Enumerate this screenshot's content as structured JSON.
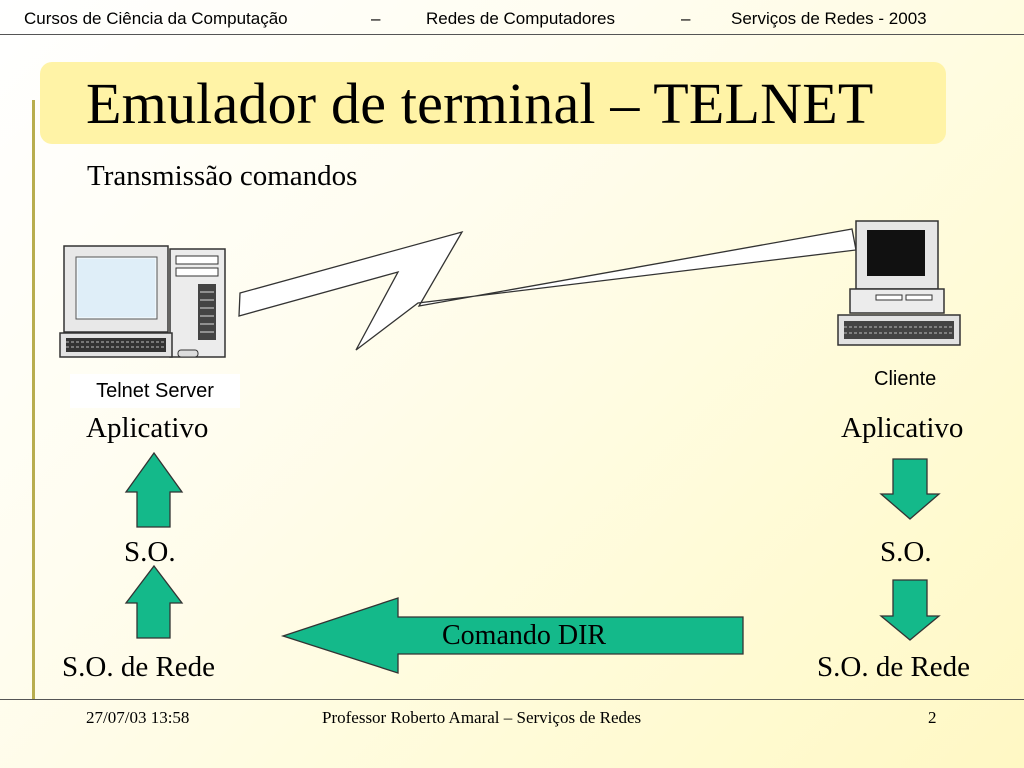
{
  "header": {
    "course": "Cursos de Ciência da Computação",
    "sep1": "–",
    "subject": "Redes de Computadores",
    "sep2": "–",
    "topic": "Serviços de Redes -  2003"
  },
  "slide": {
    "title": "Emulador de terminal – TELNET",
    "subtitle": "Transmissão comandos"
  },
  "server": {
    "tag": "Telnet Server",
    "layer_app": "Aplicativo",
    "layer_os": "S.O.",
    "layer_net": "S.O. de Rede"
  },
  "client": {
    "tag": "Cliente",
    "layer_app": "Aplicativo",
    "layer_os": "S.O.",
    "layer_net": "S.O. de Rede"
  },
  "arrow_label": "Comando DIR",
  "colors": {
    "arrow_fill": "#14b98a",
    "title_box": "#fff3a6",
    "accent_rule": "#b8ad4e"
  },
  "icons": {
    "server_computer": "desktop-tower-computer-icon",
    "client_computer": "desktop-computer-icon"
  },
  "footer": {
    "date": "27/07/03 13:58",
    "author": "Professor Roberto Amaral – Serviços de Redes",
    "page": "2"
  }
}
